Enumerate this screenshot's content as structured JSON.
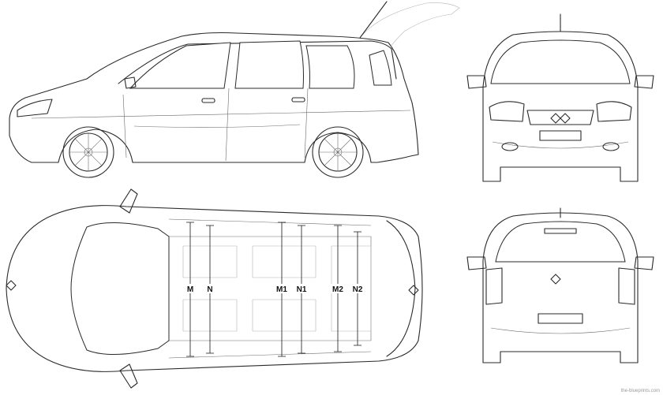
{
  "diagram": {
    "views": [
      "side-view",
      "front-view",
      "top-view",
      "rear-view"
    ],
    "dimension_labels": {
      "m": "M",
      "n": "N",
      "m1": "M1",
      "n1": "N1",
      "m2": "M2",
      "n2": "N2"
    },
    "credit": "the-blueprints.com",
    "colors": {
      "line": "#2a2a2a",
      "background": "#ffffff"
    }
  }
}
